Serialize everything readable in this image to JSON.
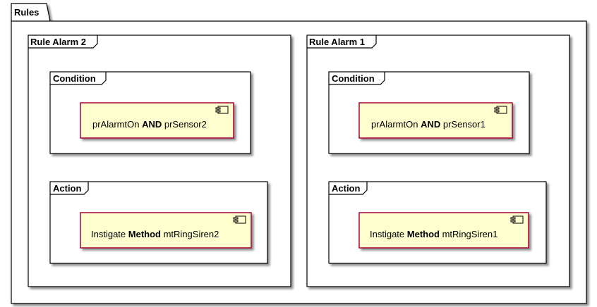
{
  "package": {
    "title": "Rules"
  },
  "rules": [
    {
      "title": "Rule Alarm 2",
      "condition": {
        "title": "Condition",
        "component": {
          "pre": "prAlarmtOn ",
          "bold": "AND",
          "post": " prSensor2"
        }
      },
      "action": {
        "title": "Action",
        "component": {
          "pre": "Instigate ",
          "bold": "Method",
          "post": " mtRingSiren2"
        }
      }
    },
    {
      "title": "Rule Alarm 1",
      "condition": {
        "title": "Condition",
        "component": {
          "pre": "prAlarmtOn ",
          "bold": "AND",
          "post": " prSensor1"
        }
      },
      "action": {
        "title": "Action",
        "component": {
          "pre": "Instigate ",
          "bold": "Method",
          "post": " mtRingSiren1"
        }
      }
    }
  ],
  "colors": {
    "component_fill": "#FEFECE",
    "component_border": "#A80036",
    "frame_border": "#000000",
    "shadow": "#9a9a9a"
  }
}
